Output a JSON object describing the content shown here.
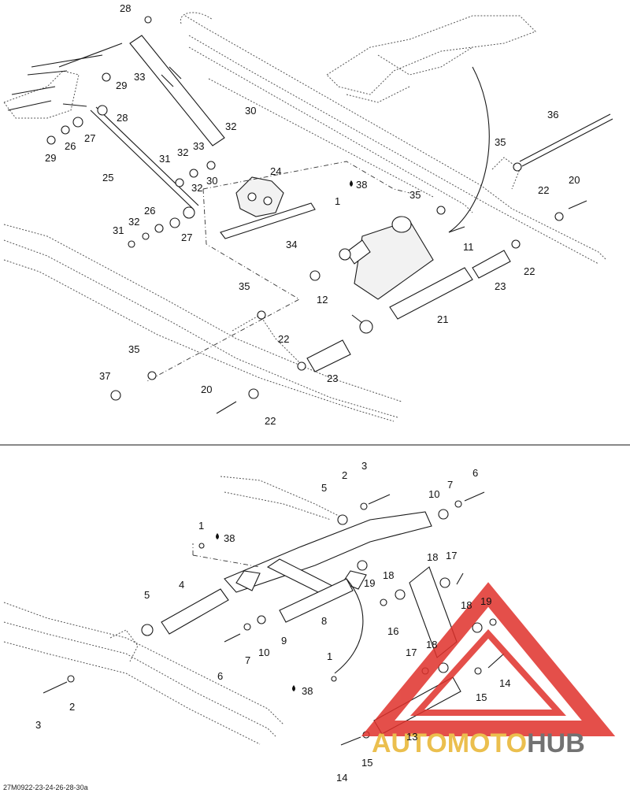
{
  "figure_code": "27M0922-23-24-26-28-30a",
  "watermark": {
    "text_prefix": "AUTO",
    "text_mid": "MOTO",
    "text_suffix": "HUB",
    "colors": {
      "triangle": "#e0312b",
      "auto": "#e8b530",
      "moto": "#e8b530",
      "hub": "#5a5a5a"
    }
  },
  "callouts_top": [
    "28",
    "29",
    "33",
    "28",
    "27",
    "26",
    "29",
    "30",
    "32",
    "33",
    "31",
    "32",
    "24",
    "38",
    "30",
    "32",
    "25",
    "26",
    "32",
    "31",
    "27",
    "34",
    "35",
    "1",
    "36",
    "35",
    "22",
    "20",
    "11",
    "22",
    "23",
    "12",
    "35",
    "21",
    "22",
    "35",
    "23",
    "37",
    "20",
    "22"
  ],
  "callouts_bottom": [
    "3",
    "2",
    "5",
    "10",
    "7",
    "6",
    "1",
    "38",
    "4",
    "5",
    "18",
    "17",
    "18",
    "19",
    "8",
    "9",
    "10",
    "7",
    "6",
    "16",
    "18",
    "19",
    "1",
    "17",
    "18",
    "38",
    "14",
    "15",
    "13",
    "3",
    "2",
    "15",
    "14"
  ]
}
